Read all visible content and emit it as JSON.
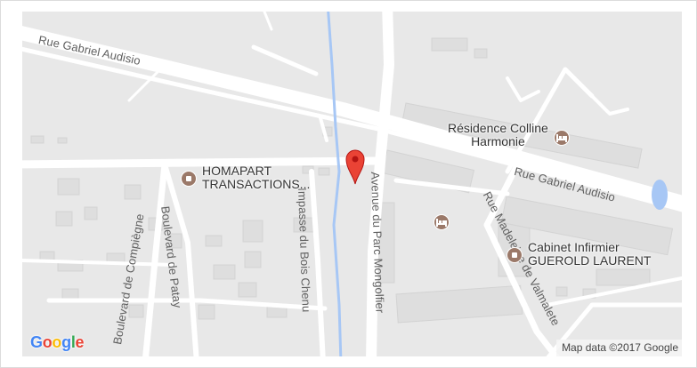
{
  "map": {
    "streets": {
      "rue_gabriel_audisio_west": "Rue Gabriel Audisio",
      "rue_gabriel_audisio_east": "Rue Gabriel Audisio",
      "avenue_du_parc_mongolfier": "Avenue du Parc Mongolfier",
      "impasse_du_bois_chenu": "Impasse du Bois Chenu",
      "boulevard_de_compiegne": "Boulevard de Compiègne",
      "boulevard_de_patay": "Boulevard de Patay",
      "rue_madeleine_de_valmalete": "Rue Madeleine de Valmalete"
    },
    "pois": [
      {
        "name_line1": "Résidence Colline",
        "name_line2": "Harmonie",
        "icon": "hotel-icon"
      },
      {
        "name_line1": "HOMAPART",
        "name_line2": "TRANSACTIONS...",
        "icon": "business-icon"
      },
      {
        "name_line1": "Cabinet Infirmier",
        "name_line2": "GUEROLD LAURENT",
        "icon": "business-icon"
      }
    ],
    "extra_icon": "hotel-icon",
    "marker": "location-pin-icon",
    "marker_color": "#ea4335",
    "logo": {
      "letters": [
        "G",
        "o",
        "o",
        "g",
        "l",
        "e"
      ],
      "colors": [
        "#4285f4",
        "#ea4335",
        "#fbbc05",
        "#4285f4",
        "#34a853",
        "#ea4335"
      ]
    },
    "attribution": "Map data ©2017 Google",
    "colors": {
      "water": "#a7c7f5",
      "road": "#ffffff",
      "land": "#e8e8e8",
      "building": "#dedede",
      "poi": "#9b7969"
    }
  }
}
